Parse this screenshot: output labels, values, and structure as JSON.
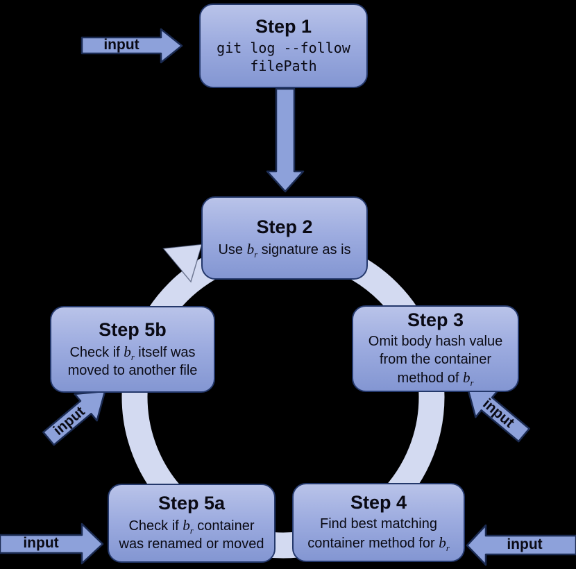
{
  "colors": {
    "background": "#000000",
    "box_fill_top": "#b9c3e9",
    "box_fill_bottom": "#8396d2",
    "box_border": "#24386b",
    "arrow_fill": "#8da1da",
    "arrow_border": "#1b2b52",
    "cycle_color": "#d3daf1",
    "text": "#0a0a14"
  },
  "input_label": "input",
  "steps": {
    "step1": {
      "title": "Step 1",
      "body": [
        {
          "text": "git log --follow"
        },
        {
          "br": true
        },
        {
          "text": "filePath"
        }
      ]
    },
    "step2": {
      "title": "Step 2",
      "body": [
        {
          "text": "Use "
        },
        {
          "text": "b",
          "italic": true
        },
        {
          "text": "r",
          "sub": true
        },
        {
          "text": " signature as is"
        }
      ]
    },
    "step3": {
      "title": "Step 3",
      "body": [
        {
          "text": "Omit body hash value"
        },
        {
          "br": true
        },
        {
          "text": "from the container"
        },
        {
          "br": true
        },
        {
          "text": "method of "
        },
        {
          "text": "b",
          "italic": true
        },
        {
          "text": "r",
          "sub": true
        }
      ]
    },
    "step4": {
      "title": "Step 4",
      "body": [
        {
          "text": "Find best matching"
        },
        {
          "br": true
        },
        {
          "text": "container method for "
        },
        {
          "text": "b",
          "italic": true
        },
        {
          "text": "r",
          "sub": true
        }
      ]
    },
    "step5a": {
      "title": "Step 5a",
      "body": [
        {
          "text": "Check if "
        },
        {
          "text": "b",
          "italic": true
        },
        {
          "text": "r",
          "sub": true
        },
        {
          "text": " container"
        },
        {
          "br": true
        },
        {
          "text": "was renamed or moved"
        }
      ]
    },
    "step5b": {
      "title": "Step 5b",
      "body": [
        {
          "text": "Check if "
        },
        {
          "text": "b",
          "italic": true
        },
        {
          "text": "r",
          "sub": true
        },
        {
          "text": " itself was"
        },
        {
          "br": true
        },
        {
          "text": "moved to another file"
        }
      ]
    }
  }
}
